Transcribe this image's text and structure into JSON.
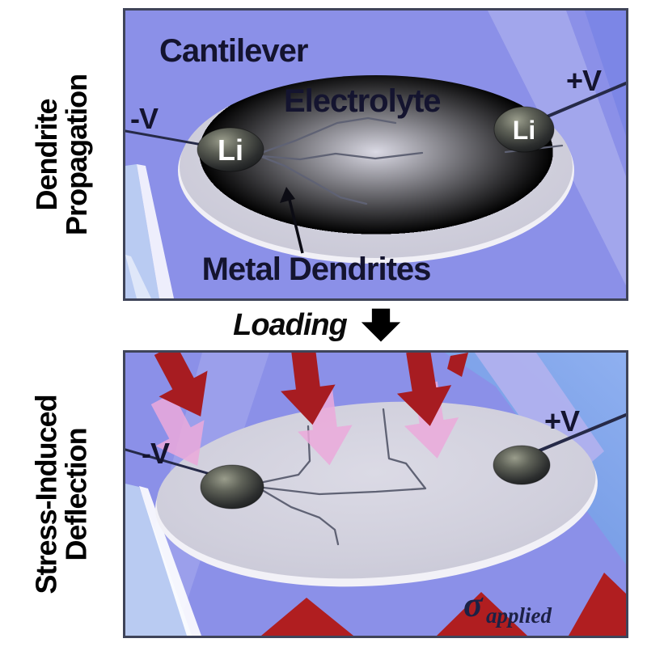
{
  "left_labels": {
    "dendrite_propagation": {
      "line1": "Dendrite",
      "line2": "Propagation"
    },
    "stress_deflection": {
      "line1": "Stress-Induced",
      "line2": "Deflection"
    }
  },
  "panel_top": {
    "title": "Cantilever",
    "electrolyte_label": "Electrolyte",
    "neg_terminal": "-V",
    "pos_terminal": "+V",
    "electrode_left": "Li",
    "electrode_right": "Li",
    "annotation": "Metal Dendrites"
  },
  "loading": {
    "label": "Loading",
    "icon": "down-arrow-icon"
  },
  "panel_bottom": {
    "neg_terminal": "-V",
    "pos_terminal": "+V",
    "stress_symbol": "σ",
    "stress_subscript": "applied"
  },
  "colors": {
    "panel_background": "#8b90e8",
    "panel_border": "#3f4459",
    "electrolyte_disc": "#d1d0dd",
    "disc_rim": "#f1f0f6",
    "electrode_dark": "#2b2d2f",
    "dendrite": "#5f6274",
    "text_navy": "#14142f",
    "stress_arrow_red": "#a71c21",
    "stress_arrow_pink": "#eba9da",
    "bottom_triangle_red": "#b01e20",
    "sky_blue": "#6d95e2"
  }
}
